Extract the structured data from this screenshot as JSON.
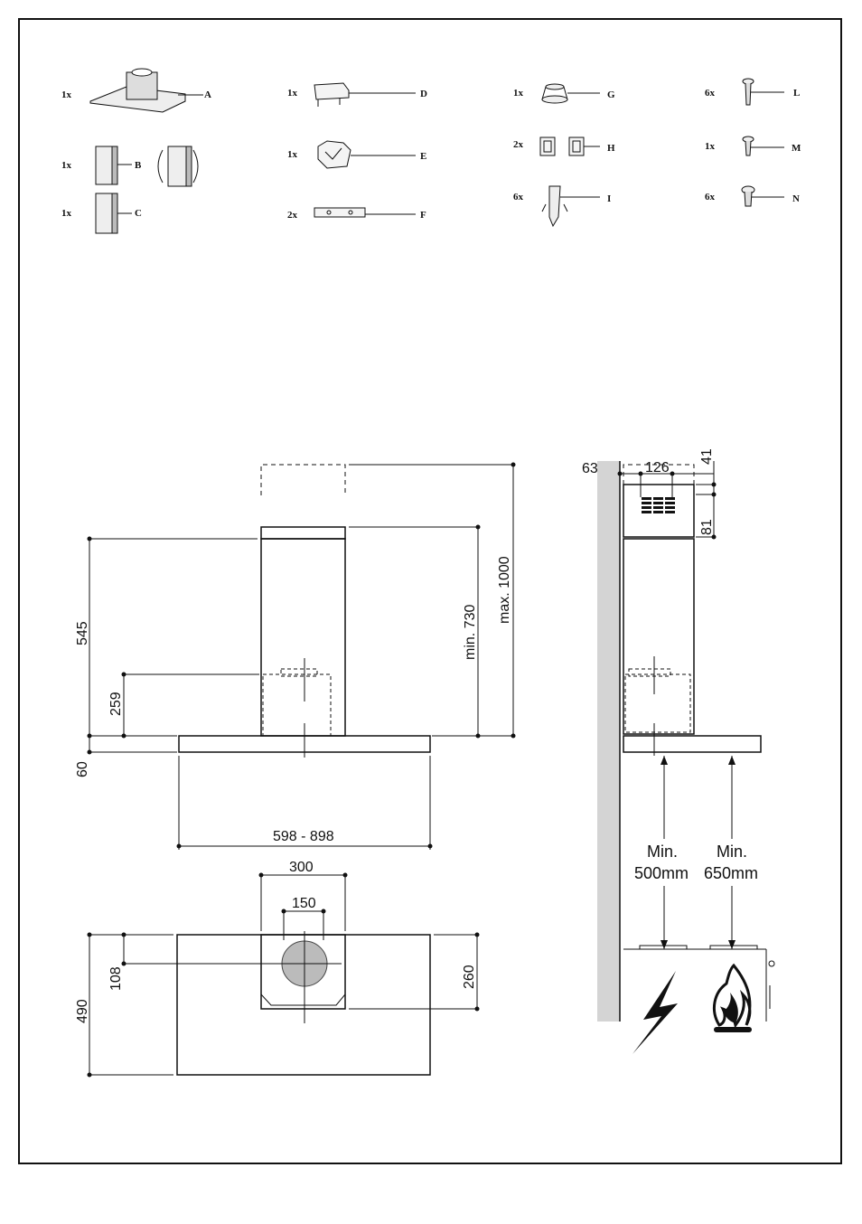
{
  "parts": [
    {
      "id": "A",
      "qty": "1x"
    },
    {
      "id": "B",
      "qty": "1x"
    },
    {
      "id": "C",
      "qty": "1x"
    },
    {
      "id": "D",
      "qty": "1x"
    },
    {
      "id": "E",
      "qty": "1x"
    },
    {
      "id": "F",
      "qty": "2x"
    },
    {
      "id": "G",
      "qty": "1x"
    },
    {
      "id": "H",
      "qty": "2x"
    },
    {
      "id": "I",
      "qty": "6x"
    },
    {
      "id": "L",
      "qty": "6x"
    },
    {
      "id": "M",
      "qty": "1x"
    },
    {
      "id": "N",
      "qty": "6x"
    }
  ],
  "front_view": {
    "height_total": "545",
    "height_intake": "259",
    "canopy_thickness": "60",
    "chimney_min": "min. 730",
    "chimney_max": "max. 1000",
    "width_range": "598 - 898"
  },
  "top_view": {
    "chimney_width": "300",
    "outlet_width": "150",
    "depth": "490",
    "outlet_offset": "108",
    "chimney_depth": "260"
  },
  "side_view": {
    "wall_gap": "63",
    "bracket_width": "126",
    "top_offset": "41",
    "bracket_height": "81",
    "min_electric": "Min.",
    "min_electric_value": "500mm",
    "min_gas": "Min.",
    "min_gas_value": "650mm"
  }
}
